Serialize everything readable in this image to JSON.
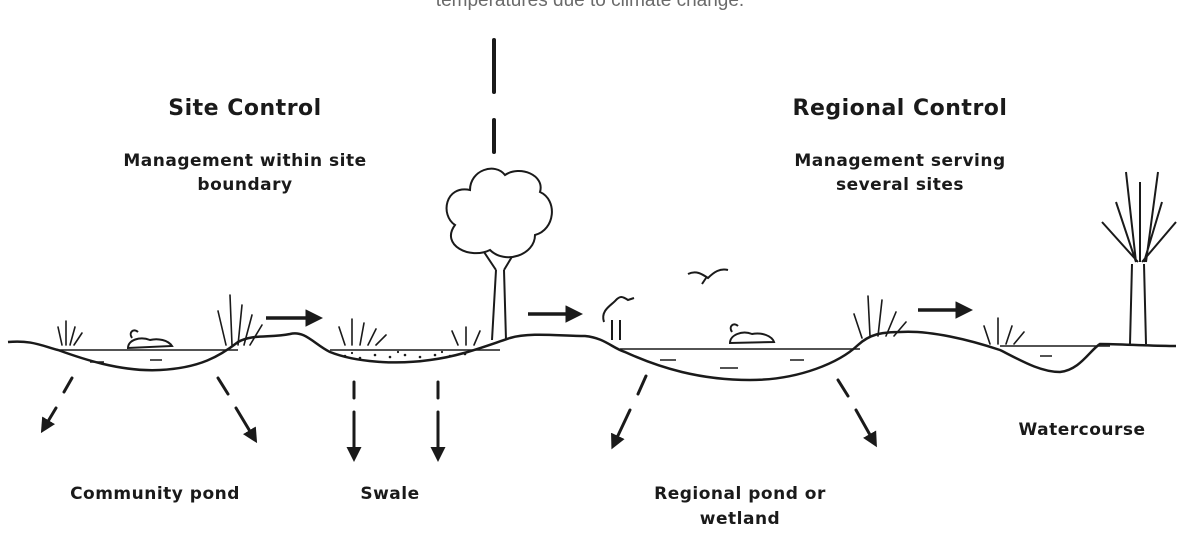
{
  "caption": "temperatures due to climate change.",
  "site_control": {
    "title": "Site Control",
    "line1": "Management within site",
    "line2": "boundary"
  },
  "regional_control": {
    "title": "Regional Control",
    "line1": "Management serving",
    "line2": "several sites"
  },
  "labels": {
    "community_pond": "Community pond",
    "swale": "Swale",
    "regional_pond_line1": "Regional pond or",
    "regional_pond_line2": "wetland",
    "watercourse": "Watercourse"
  },
  "colors": {
    "ink": "#1a1a1a",
    "caption": "#6a6a6a",
    "background": "#ffffff"
  }
}
